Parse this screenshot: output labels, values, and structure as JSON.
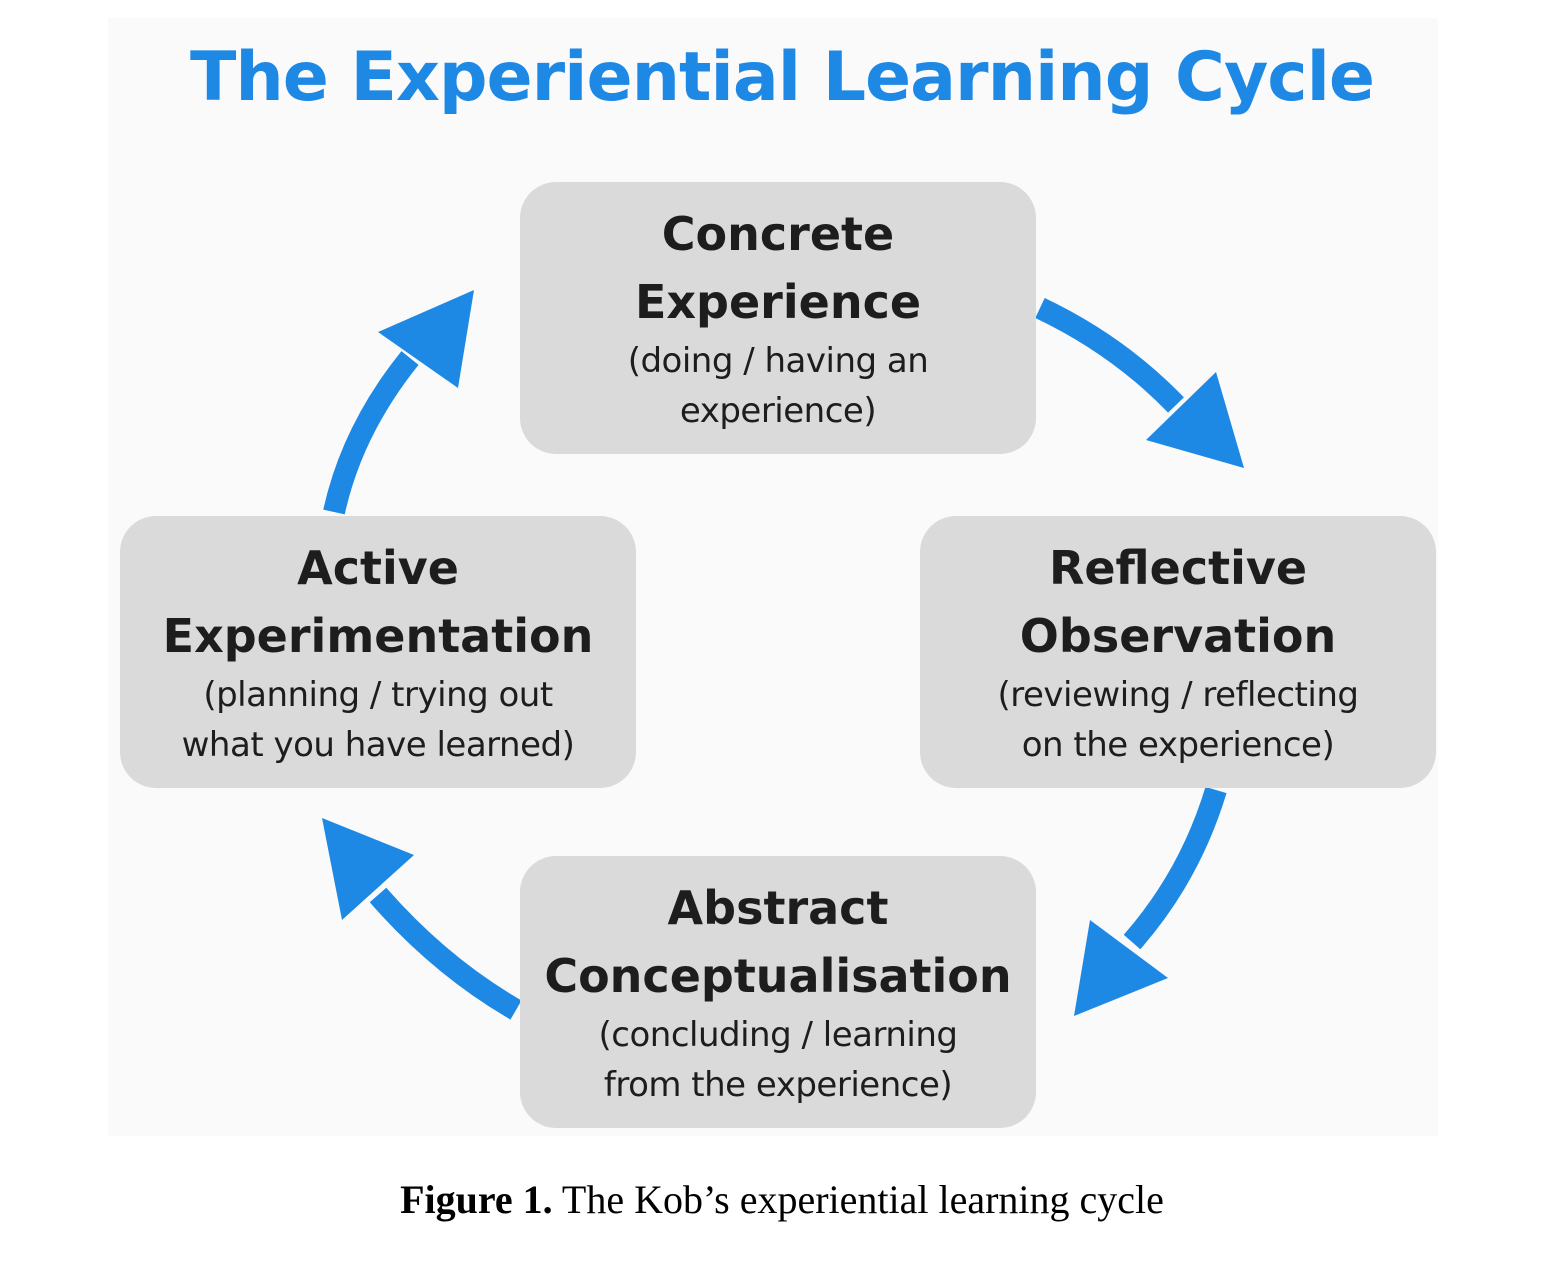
{
  "title": "The Experiential Learning Cycle",
  "colors": {
    "arrow": "#1e88e5",
    "title": "#1e88e5",
    "box": "#dadada",
    "text": "#1d1d1d"
  },
  "stages": {
    "concrete": {
      "heading1": "Concrete",
      "heading2": "Experience",
      "desc1": "(doing / having an",
      "desc2": "experience)"
    },
    "reflective": {
      "heading1": "Reflective",
      "heading2": "Observation",
      "desc1": "(reviewing / reflecting",
      "desc2": "on the experience)"
    },
    "abstract": {
      "heading1": "Abstract",
      "heading2": "Conceptualisation",
      "desc1": "(concluding / learning",
      "desc2": "from the experience)"
    },
    "active": {
      "heading1": "Active",
      "heading2": "Experimentation",
      "desc1": "(planning / trying out",
      "desc2": "what you have learned)"
    }
  },
  "caption": {
    "label": "Figure 1.",
    "text": " The Kob’s experiential learning cycle"
  }
}
